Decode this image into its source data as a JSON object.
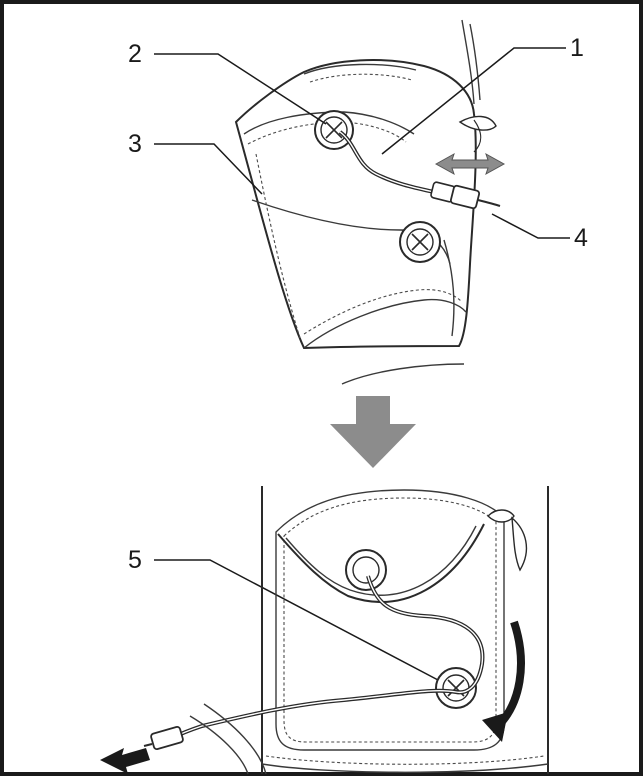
{
  "callouts": {
    "c1": "1",
    "c2": "2",
    "c3": "3",
    "c4": "4",
    "c5": "5"
  },
  "colors": {
    "line": "#2a2a2a",
    "arrow_fill": "#8c8c8c",
    "dark_arrow": "#1a1a1a"
  },
  "icons": {
    "step_arrow": "down-arrow-icon",
    "pull_direction": "double-arrow-icon",
    "route_direction": "curved-arrow-icon",
    "plug_out": "left-arrow-icon"
  }
}
